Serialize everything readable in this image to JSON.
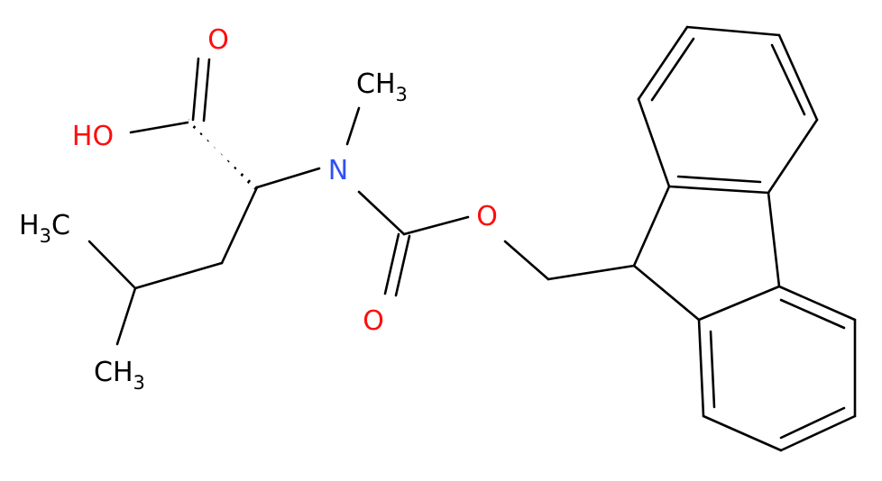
{
  "colors": {
    "bond": "#000000",
    "carbon": "#000000",
    "oxygen": "#ff0d0d",
    "nitrogen": "#3050f8"
  },
  "atoms": {
    "carbonyl_oxygen": "O",
    "hydroxyl": "HO",
    "nitrogen": "N",
    "n_methyl": {
      "text": "CH",
      "sub": "3"
    },
    "ester_oxygen": "O",
    "carbamate_oxygen": "O",
    "methyl_left": {
      "text": "H",
      "sub": "3",
      "tail": "C"
    },
    "methyl_bottom": {
      "text": "CH",
      "sub": "3"
    }
  }
}
